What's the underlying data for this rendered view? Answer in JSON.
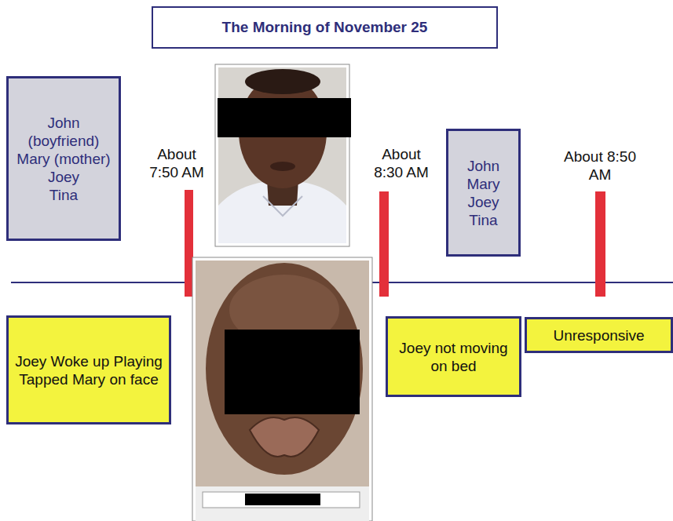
{
  "diagram": {
    "title": "The Morning of November 25",
    "nodes": [
      {
        "text": [
          "John (boyfriend)",
          "Mary (mother)",
          "Joey",
          "Tina"
        ]
      },
      {
        "text": [
          "John",
          "Mary",
          "Joey",
          "Tina"
        ]
      },
      {
        "text": [
          "Joey Woke up Playing Tapped Mary on face"
        ]
      },
      {
        "text": [
          "Joey not moving on bed"
        ]
      },
      {
        "text": [
          "Unresponsive"
        ]
      }
    ],
    "labels": [
      "About 7:50 AM",
      "About 8:30 AM",
      "About 8:50 AM"
    ]
  }
}
